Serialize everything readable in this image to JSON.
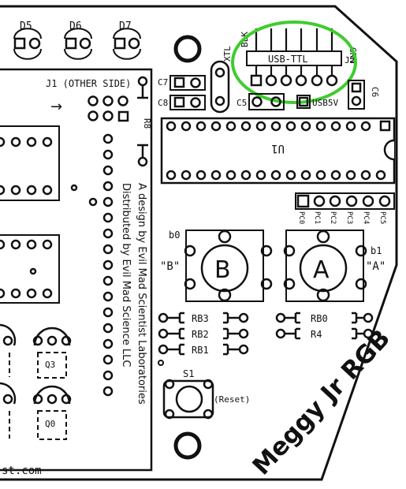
{
  "labels": {
    "d5": "D5",
    "d6": "D6",
    "d7": "D7",
    "xtl": "XTL",
    "blk": "BLK",
    "grn": "GRN",
    "usb_ttl": "USB-TTL",
    "j2": "J2",
    "j1": "J1 (OTHER SIDE)",
    "c7": "C7",
    "c8": "C8",
    "c5": "C5",
    "usb5v": "USB5V",
    "c6": "C6",
    "r8": "R8",
    "u1": "U1",
    "pc_pins": [
      "PC0",
      "PC1",
      "PC2",
      "PC3",
      "PC4",
      "PC5"
    ],
    "b0": "b0",
    "b1": "b1",
    "btn_b_side": "\"B\"",
    "btn_a_side": "\"A\"",
    "btn_b": "B",
    "btn_a": "A",
    "rb3": "RB3",
    "rb2": "RB2",
    "rb1": "RB1",
    "rb0": "RB0",
    "r4": "R4",
    "q3": "Q3",
    "q0": "Q0",
    "s1": "S1",
    "reset": "(Reset)",
    "credit1": "A design by Evil Mad Scientist Laboratories",
    "credit2": "Distributed by Evil Mad Science LLC",
    "brand": "Meggy Jr RGB",
    "url_fragment": "st.com"
  },
  "colors": {
    "highlight": "#3fcc2e",
    "ink": "#111111",
    "background": "#ffffff"
  }
}
